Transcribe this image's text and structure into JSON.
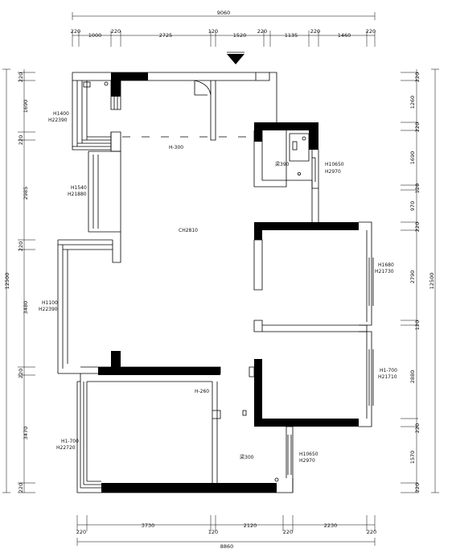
{
  "dimensions": {
    "top_total": "9060",
    "top": [
      "220",
      "1000",
      "220",
      "2725",
      "120",
      "1520",
      "220",
      "1135",
      "220",
      "1460",
      "220"
    ],
    "bottom": [
      "220",
      "3730",
      "120",
      "2120",
      "220",
      "2230",
      "220"
    ],
    "bottom_total": "8860",
    "left_total": "12500",
    "left": [
      "220",
      "1690",
      "220",
      "2985",
      "220",
      "3480",
      "220",
      "3470",
      "220"
    ],
    "right_total": "12500",
    "right": [
      "220",
      "1260",
      "220",
      "1690",
      "120",
      "970",
      "220",
      "2790",
      "120",
      "2880",
      "220",
      "1570",
      "220"
    ]
  },
  "annotations": {
    "window_top_left": [
      "H1400",
      "H22390"
    ],
    "window_mid_left": [
      "H1540",
      "H21880"
    ],
    "window_low_left": [
      "H1100",
      "H22390"
    ],
    "window_bottom_left": [
      "H1-700",
      "H22720"
    ],
    "ceiling_main": "CH2810",
    "beam_upper": "H-300",
    "beam_lower": "H-260",
    "kitchen_beam": "梁390",
    "bath_window": [
      "H10650",
      "H2970"
    ],
    "bed1_window": [
      "H1680",
      "H21730"
    ],
    "bed2_window": [
      "H1-700",
      "H21710"
    ],
    "bath2_window": [
      "H10650",
      "H2970"
    ],
    "beam_bottom": "梁300"
  }
}
